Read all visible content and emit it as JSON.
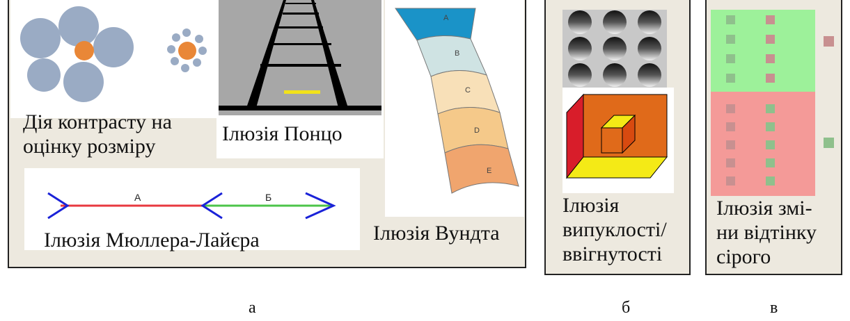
{
  "panel_a": {
    "contrast_caption": "Дія контрасту на\nоцінку розміру",
    "ponzo_caption": "Ілюзія Понцо",
    "muller_caption": "Ілюзія Мюллера-Лайєра",
    "muller_label_a": "А",
    "muller_label_b": "Б",
    "wundt_caption": "Ілюзія Вундта",
    "wundt_segments": [
      "A",
      "B",
      "C",
      "D",
      "E"
    ]
  },
  "panel_b": {
    "caption": "Ілюзія\nвипуклості/\nввігнутості"
  },
  "panel_c": {
    "caption": "Ілюзія змі-\nни відтінку\nсірого"
  },
  "letters": {
    "a": "а",
    "b": "б",
    "c": "в"
  },
  "colors": {
    "panel_bg": "#ede9df",
    "muller_red": "#e8383f",
    "muller_green": "#4cc44a",
    "muller_arrow_blue": "#1a22d8",
    "ponzo_yellow": "#f2e21a",
    "gray_green_bg": "#9df19a",
    "gray_pink_bg": "#f49a98"
  }
}
